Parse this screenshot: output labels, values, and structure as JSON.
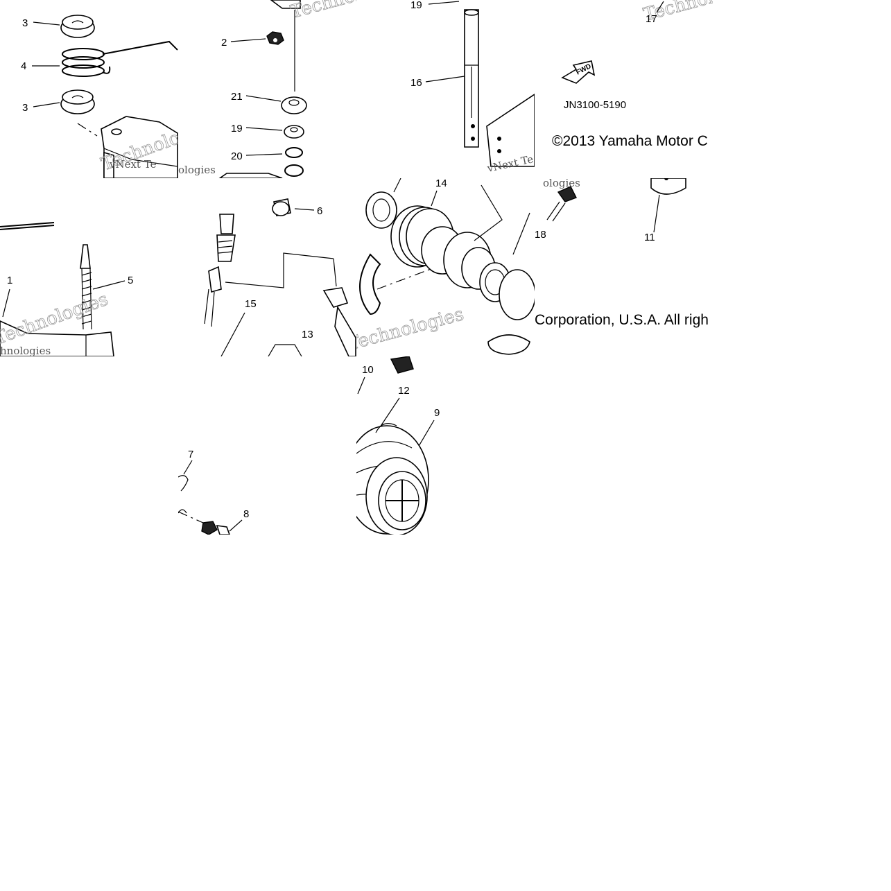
{
  "diagram": {
    "part_code": "JN3100-5190",
    "copyright_line1": "©2013 Yamaha Motor C",
    "copyright_line2": "Corporation, U.S.A. All righ",
    "fwd_label": "FWD",
    "watermark_a": "Technologies",
    "watermark_b": "vNext Te",
    "watermark_c": "ologies",
    "watermark_d": "hnologies",
    "callouts": {
      "c1": "1",
      "c2": "2",
      "c3a": "3",
      "c3b": "3",
      "c4": "4",
      "c5": "5",
      "c6": "6",
      "c7": "7",
      "c8": "8",
      "c9": "9",
      "c10": "10",
      "c11": "11",
      "c12": "12",
      "c13": "13",
      "c14": "14",
      "c15": "15",
      "c16": "16",
      "c17": "17",
      "c18": "18",
      "c19a": "19",
      "c19b": "19",
      "c20": "20",
      "c21": "21"
    }
  }
}
